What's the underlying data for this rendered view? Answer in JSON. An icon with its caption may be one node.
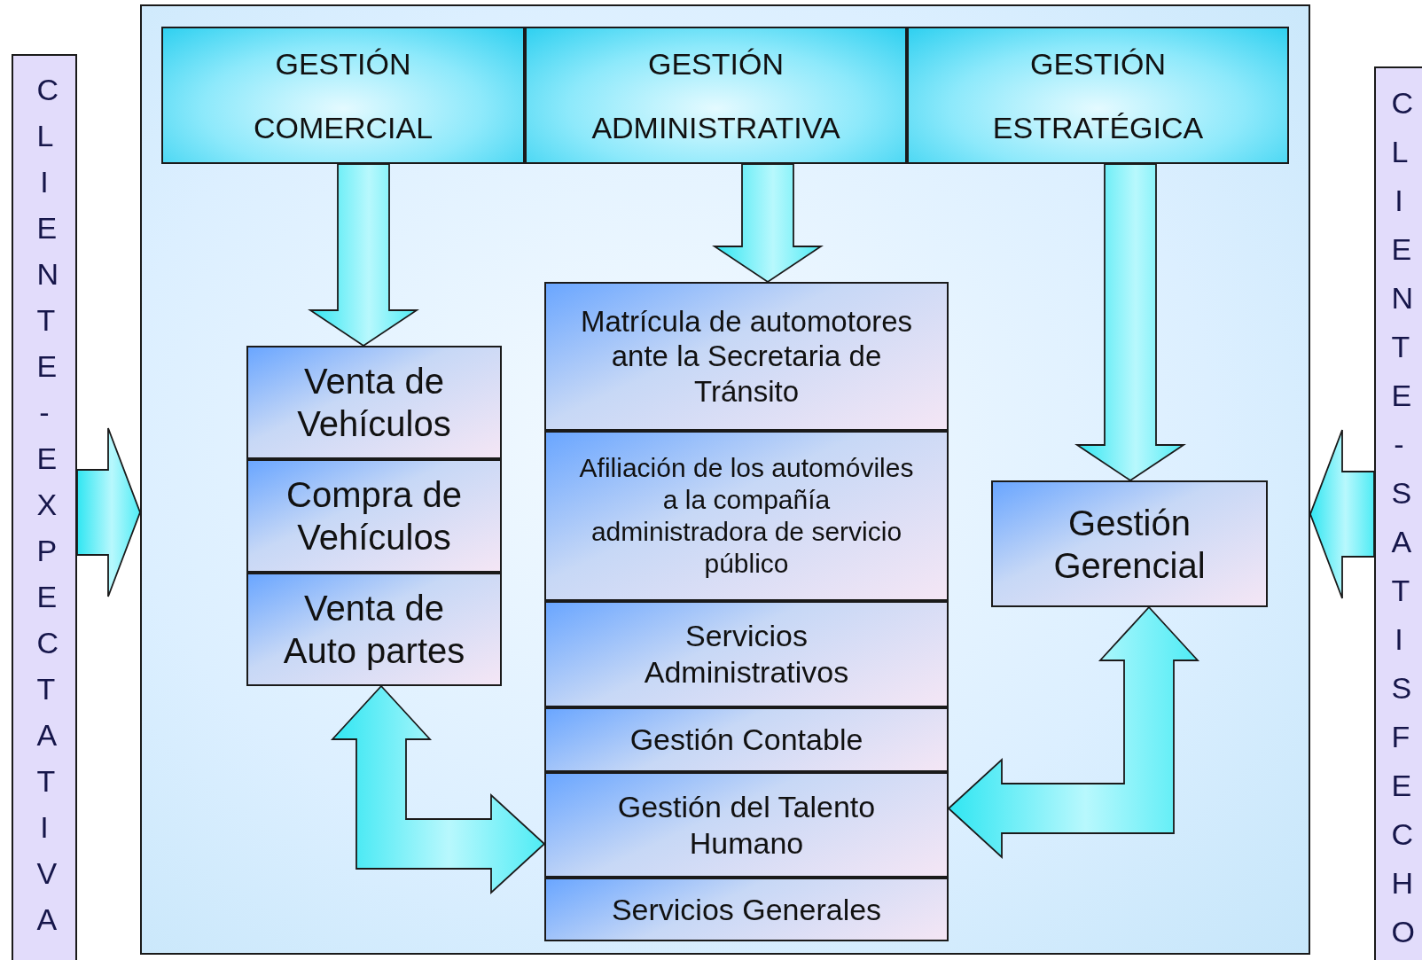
{
  "diagram": {
    "nodes": [
      {
        "text": [
          "CLIENTE-EXPECTATIVA"
        ]
      },
      {
        "text": [],
        "shape": "box"
      },
      {
        "text": [
          "GESTIÓN COMERCIAL"
        ],
        "in": 1
      },
      {
        "text": [
          "GESTIÓN ADMINISTRATIVA"
        ],
        "in": 1
      },
      {
        "text": [
          "GESTIÓN ESTRATÉGICA"
        ],
        "in": 1
      },
      {
        "text": [
          "Venta de Vehículos"
        ],
        "in": 1
      },
      {
        "text": [
          "Compra de Vehículos"
        ],
        "in": 1
      },
      {
        "text": [
          "Venta de Auto partes"
        ],
        "in": 1
      },
      {
        "text": [
          "Matrícula de automotores ante la Secretaria de Tránsito"
        ],
        "in": 1
      },
      {
        "text": [
          "Afiliación de los automóviles a la compañía administradora de servicio público"
        ],
        "in": 1
      },
      {
        "text": [
          "Servicios Administrativos"
        ],
        "in": 1
      },
      {
        "text": [
          "Gestión Contable"
        ],
        "in": 1
      },
      {
        "text": [
          "Gestión del Talento Humano"
        ],
        "in": 1
      },
      {
        "text": [
          "Servicios Generales"
        ],
        "in": 1
      },
      {
        "text": [
          "Gestión Gerencial"
        ],
        "in": 1
      },
      {
        "text": [
          "CLIENTE-SATISFECHO"
        ]
      }
    ],
    "edges": [
      {
        "from": 0,
        "to": 1,
        "arrow": "to"
      },
      {
        "from": 15,
        "to": 1,
        "arrow": "to"
      },
      {
        "from": 2,
        "to": 5,
        "arrow": "to"
      },
      {
        "from": 3,
        "to": 8,
        "arrow": "to"
      },
      {
        "from": 4,
        "to": 14,
        "arrow": "to"
      },
      {
        "from": 7,
        "to": 12,
        "arrow": "both"
      },
      {
        "from": 14,
        "to": 12,
        "arrow": "both"
      }
    ]
  }
}
